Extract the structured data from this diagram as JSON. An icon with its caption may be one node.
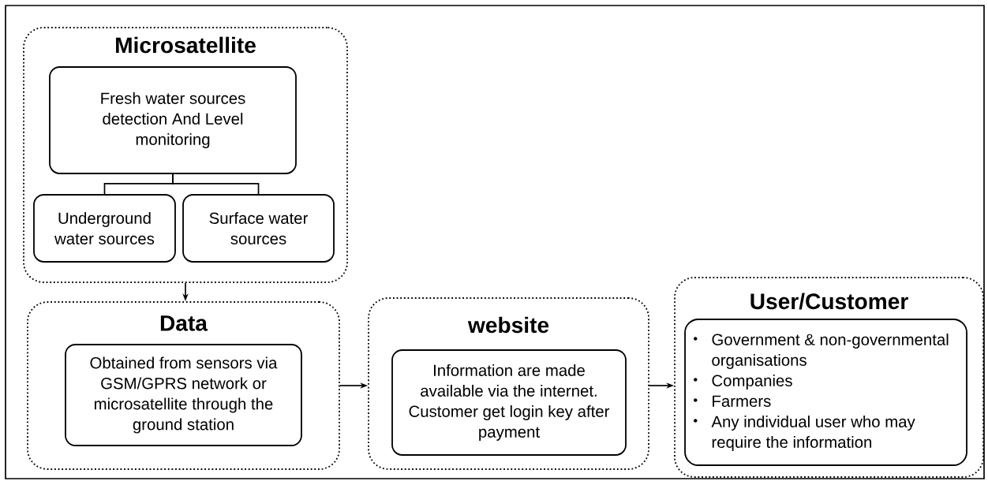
{
  "diagram": {
    "nodes": [
      {
        "text": [
          "Microsatellite"
        ]
      },
      {
        "text": [
          "Fresh water sources detection And Level monitoring"
        ],
        "in": 0
      },
      {
        "text": [
          "Underground water sources"
        ],
        "in": 0
      },
      {
        "text": [
          "Surface water sources"
        ],
        "in": 0
      },
      {
        "text": [
          "Data"
        ]
      },
      {
        "text": [
          "Obtained from sensors via GSM/GPRS network or microsatellite through the ground station"
        ],
        "in": 4
      },
      {
        "text": [
          "website"
        ]
      },
      {
        "text": [
          "Information are made available via the internet. Customer get login key after payment"
        ],
        "in": 6
      },
      {
        "text": [
          "User/Customer"
        ]
      },
      {
        "text": [
          "Government & non-governmental organisations",
          "Companies",
          "Farmers",
          "Any individual user who may require the information"
        ],
        "in": 8
      }
    ],
    "edges": [
      {
        "from": 1,
        "to": 2,
        "arrow": "none"
      },
      {
        "from": 1,
        "to": 3,
        "arrow": "none"
      },
      {
        "from": 0,
        "to": 4,
        "arrow": "to"
      },
      {
        "from": 4,
        "to": 6,
        "arrow": "to"
      },
      {
        "from": 6,
        "to": 8,
        "arrow": "to"
      }
    ]
  }
}
